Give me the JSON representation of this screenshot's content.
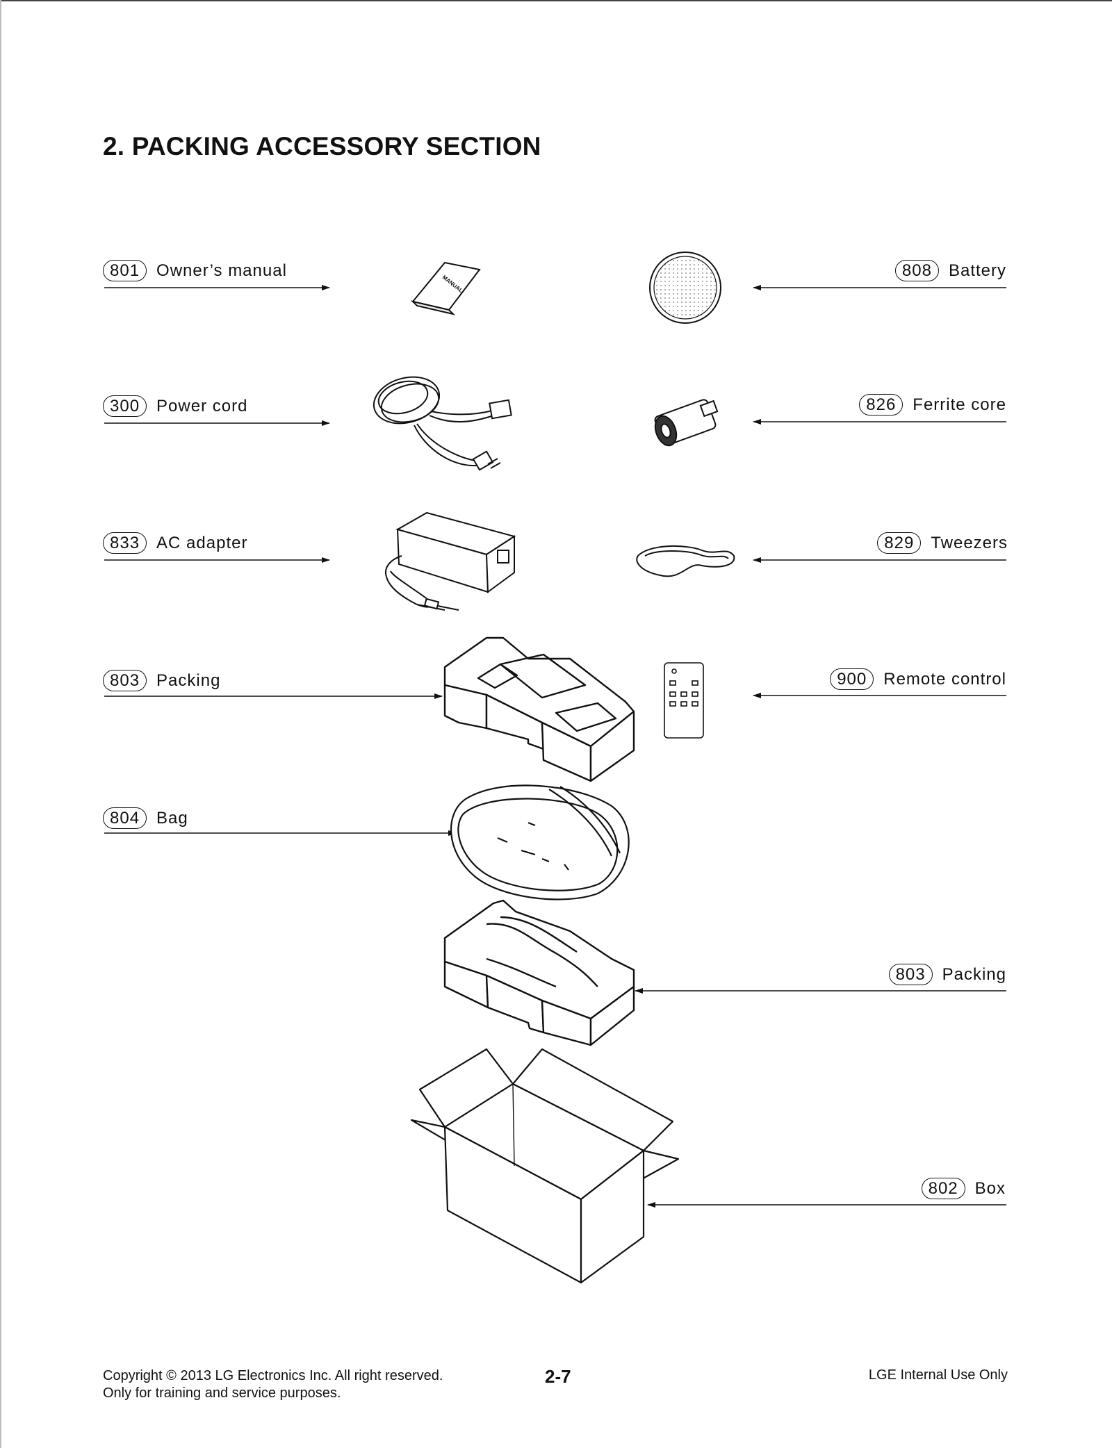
{
  "title": "2. PACKING ACCESSORY SECTION",
  "parts": {
    "p801": {
      "number": "801",
      "name": "Owner’s manual"
    },
    "p300": {
      "number": "300",
      "name": "Power cord"
    },
    "p833": {
      "number": "833",
      "name": "AC adapter"
    },
    "p803a": {
      "number": "803",
      "name": "Packing"
    },
    "p804": {
      "number": "804",
      "name": "Bag"
    },
    "p808": {
      "number": "808",
      "name": "Battery"
    },
    "p826": {
      "number": "826",
      "name": "Ferrite core"
    },
    "p829": {
      "number": "829",
      "name": "Tweezers"
    },
    "p900": {
      "number": "900",
      "name": "Remote control"
    },
    "p803b": {
      "number": "803",
      "name": "Packing"
    },
    "p802": {
      "number": "802",
      "name": "Box"
    }
  },
  "manual_cover_text": "MANUAL",
  "footer": {
    "copyright": "Copyright © 2013 LG Electronics Inc. All right reserved.",
    "purpose": "Only for training and service purposes.",
    "page_number": "2-7",
    "internal": "LGE Internal Use Only"
  }
}
